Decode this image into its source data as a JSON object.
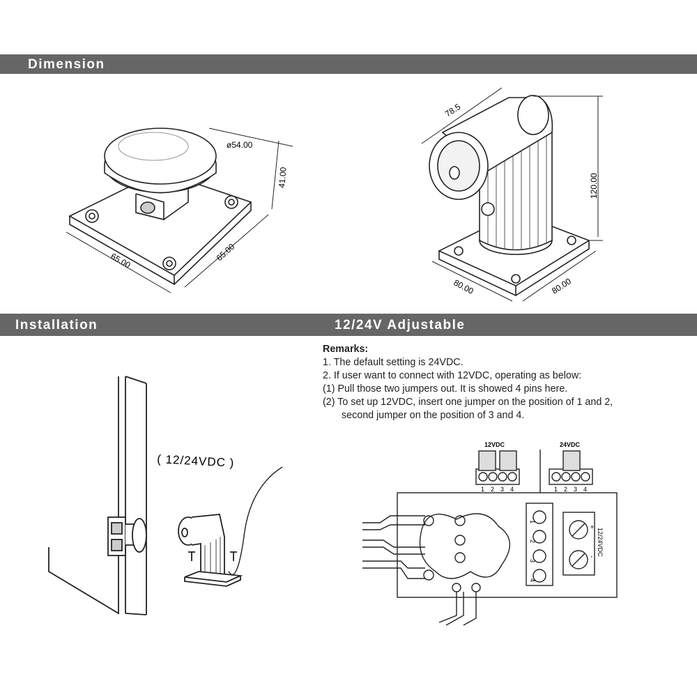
{
  "sections": {
    "dimension": "Dimension",
    "installation": "Installation",
    "adjustable": "12/24V Adjustable"
  },
  "dimension": {
    "small_unit": {
      "diameter": "ø54.00",
      "height": "41.00",
      "width": "65.00",
      "depth": "65.00"
    },
    "large_unit": {
      "arm_length": "78.5",
      "height": "120.00",
      "width": "80.00",
      "depth": "80.00"
    }
  },
  "installation": {
    "voltage_label": "( 12/24VDC )"
  },
  "remarks": {
    "heading": "Remarks:",
    "lines": [
      "1. The default setting is 24VDC.",
      "2. If user want to connect with 12VDC, operating as below:",
      "(1) Pull those two jumpers out. It is showed 4 pins here.",
      "(2) To set up 12VDC, insert one jumper on the position of 1 and 2,",
      "second jumper on the position of 3 and 4."
    ]
  },
  "circuit": {
    "jumper_12_label": "12VDC",
    "jumper_24_label": "24VDC",
    "pins": [
      "1",
      "2",
      "3",
      "4"
    ],
    "board_voltage_label": "12/24VDC",
    "plus_sign": "+",
    "minus_sign": "-"
  }
}
